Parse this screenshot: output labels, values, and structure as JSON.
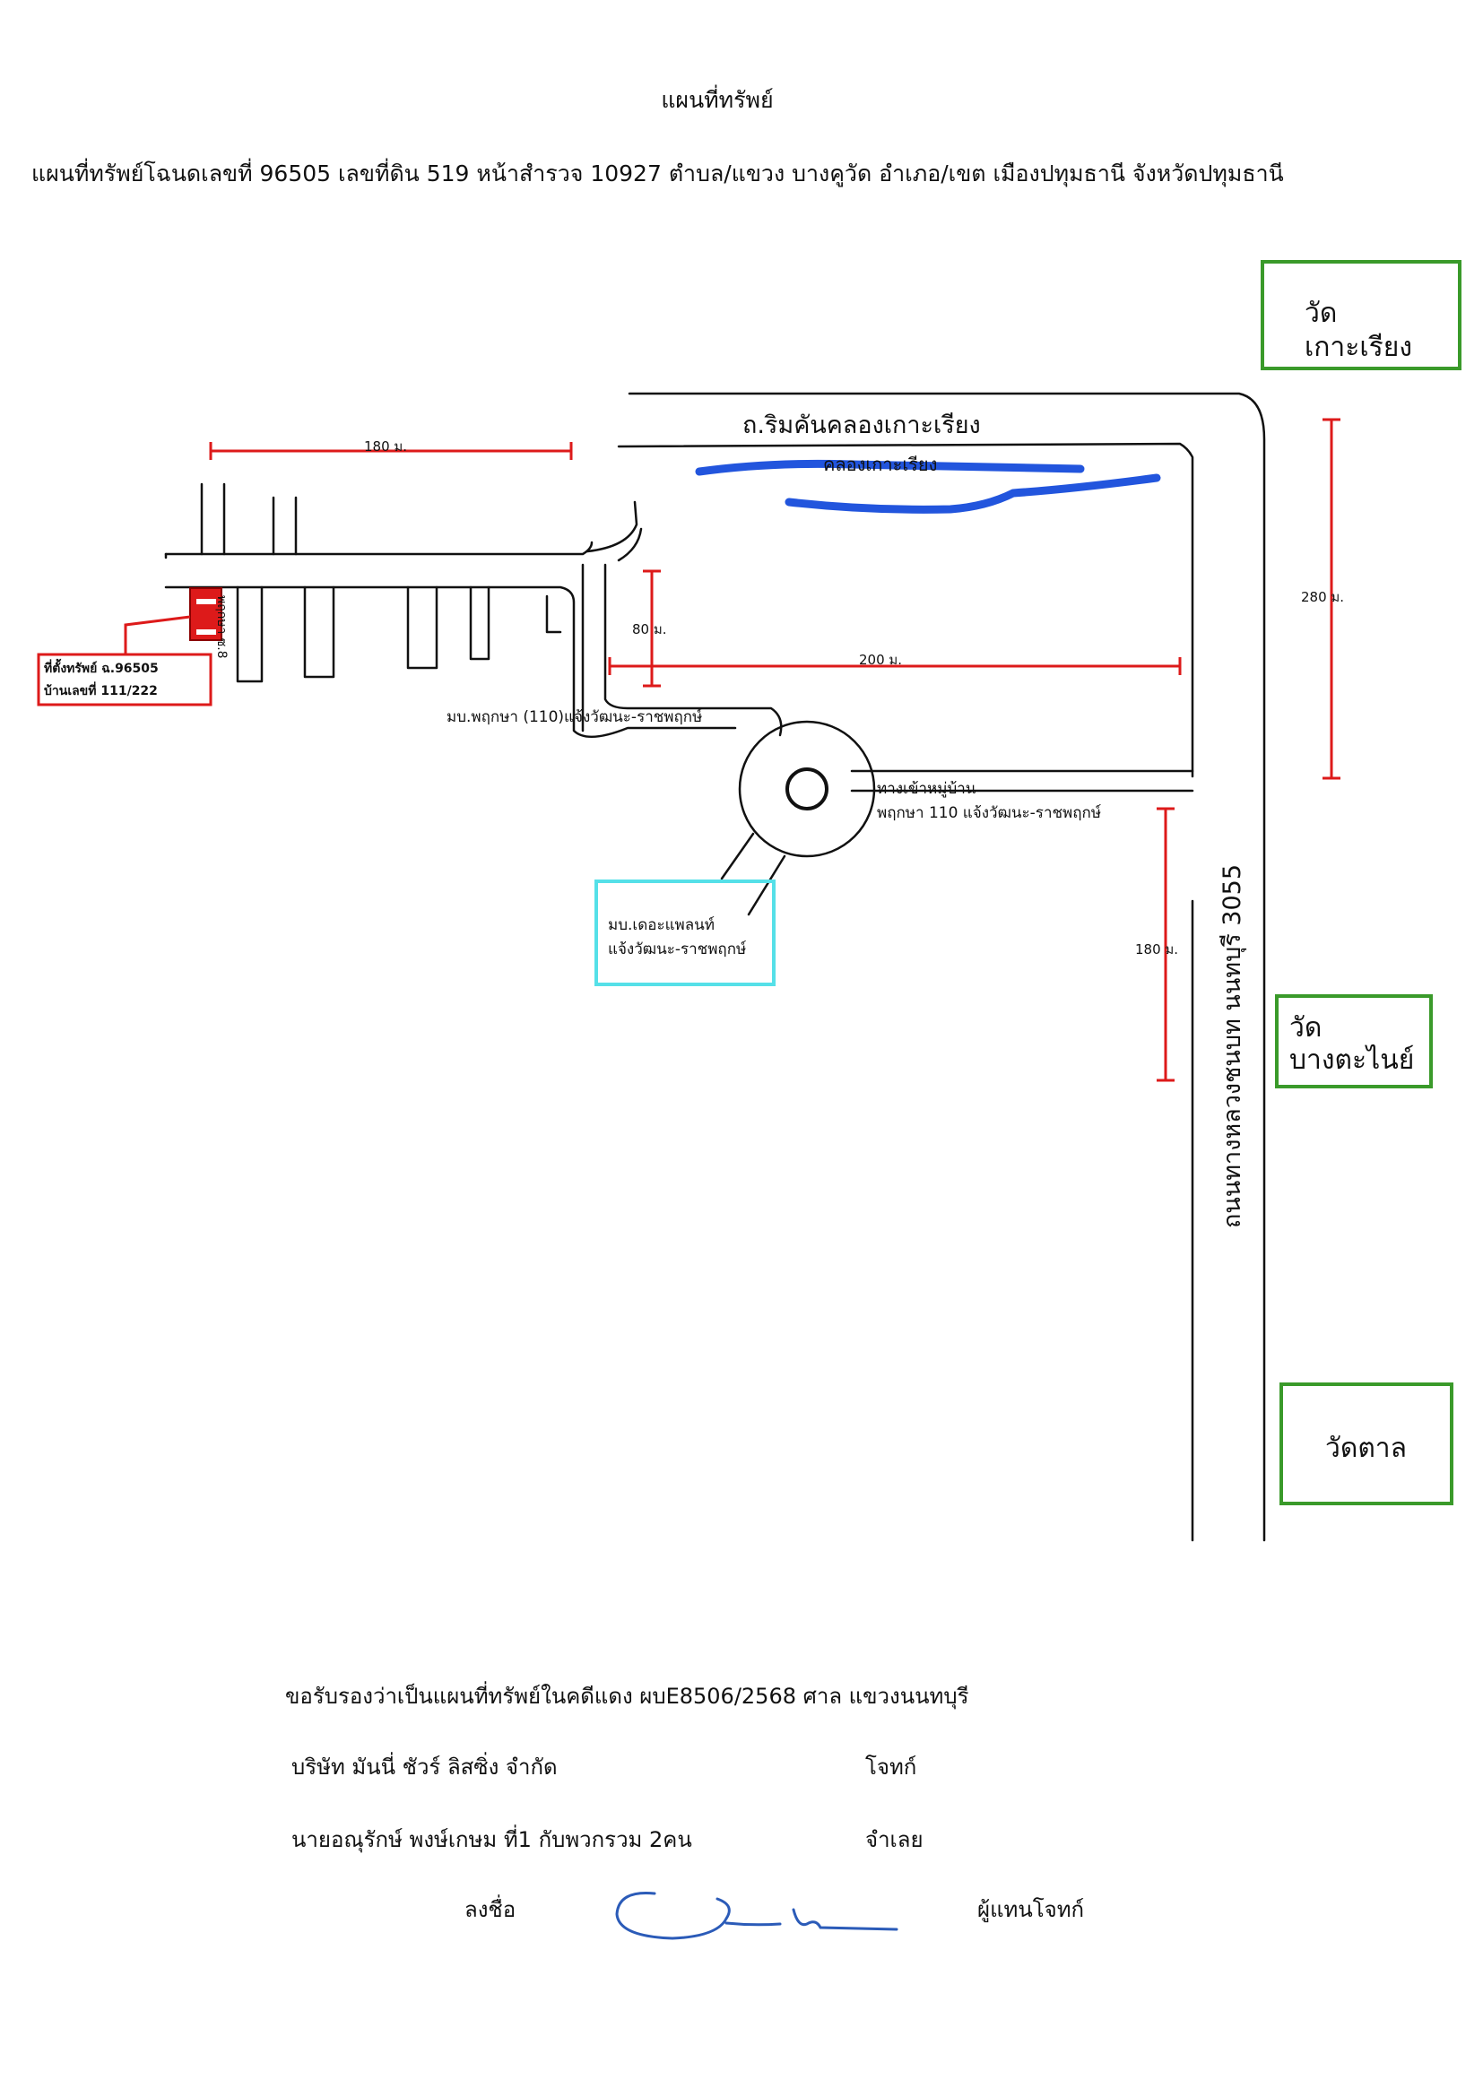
{
  "document": {
    "title": "แผนที่ทรัพย์",
    "subtitle": "แผนที่ทรัพย์โฉนดเลขที่ 96505 เลขที่ดิน 519 หน้าสำรวจ 10927 ตำบล/แขวง บางคูวัด อำเภอ/เขต เมืองปทุมธานี  จังหวัดปทุมธานี"
  },
  "map": {
    "road_canal_side": "ถ.ริมคันคลองเกาะเรียง",
    "canal_name": "คลองเกาะเรียง",
    "road_main": "ถนนทางหลวงชนบท นนทบุรี 3055",
    "soi_label": "พฤกษา ซ.8",
    "village_label": "มบ.พฤกษา (110)แจ้งวัฒนะ-ราชพฤกษ์",
    "entrance_label_1": "ทางเข้าหมู่บ้าน",
    "entrance_label_2": "พฤกษา 110 แจ้งวัฒนะ-ราชพฤกษ์",
    "property_label_1": "ที่ตั้งทรัพย์ ฉ.96505",
    "property_label_2": "บ้านเลขที่ 111/222",
    "the_planet_1": "มบ.เดอะแพลนท์",
    "the_planet_2": "แจ้งวัฒนะ-ราชพฤกษ์",
    "distances": {
      "top": "180 ม.",
      "vertical_short": "80 ม.",
      "horizontal": "200 ม.",
      "right_top": "280 ม.",
      "right_bottom": "180 ม."
    },
    "temples": {
      "koh_riang_1": "วัด",
      "koh_riang_2": "เกาะเรียง",
      "bang_tanai_1": "วัด",
      "bang_tanai_2": "บางตะไนย์",
      "wat_tan": "วัดตาล"
    },
    "colors": {
      "distance": "#dd1a1a",
      "canal": "#2255dd",
      "temple_box": "#3a9a2a",
      "planet_box": "#55e0e8",
      "property": "#dd1a1a"
    }
  },
  "footer": {
    "certify": "ขอรับรองว่าเป็นแผนที่ทรัพย์ในคดีแดง  ผบE8506/2568  ศาล  แขวงนนทบุรี",
    "plaintiff_name": "บริษัท มันนี่ ชัวร์ ลิสซิ่ง จำกัด",
    "plaintiff_role": "โจทก์",
    "defendant_name": "นายอณุรักษ์ พงษ์เกษม ที่1 กับพวกรวม 2คน",
    "defendant_role": "จำเลย",
    "sign_label": "ลงชื่อ",
    "sign_role": "ผู้แทนโจทก์"
  }
}
